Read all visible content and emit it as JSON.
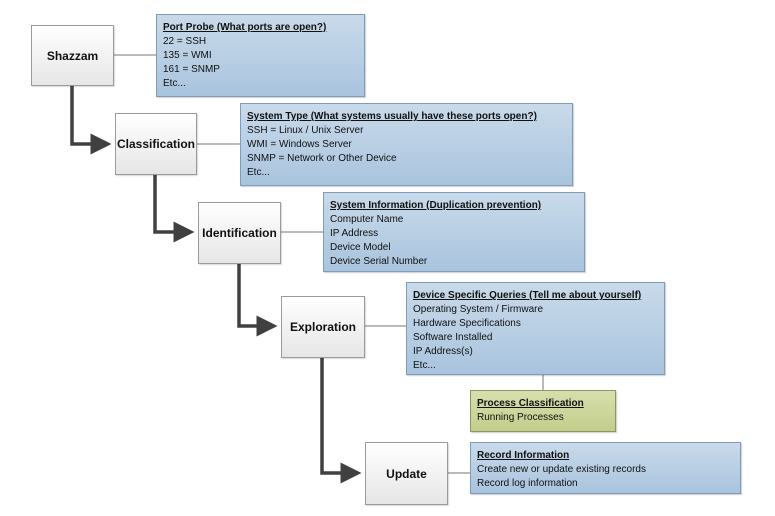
{
  "steps": [
    {
      "label": "Shazzam"
    },
    {
      "label": "Classification"
    },
    {
      "label": "Identification"
    },
    {
      "label": "Exploration"
    },
    {
      "label": "Update"
    }
  ],
  "notes": {
    "port_probe": {
      "title": "Port Probe (What ports are open?)",
      "lines": [
        "22 = SSH",
        "135 = WMI",
        "161 = SNMP",
        "Etc..."
      ]
    },
    "system_type": {
      "title": "System Type (What systems usually have these ports open?)",
      "lines": [
        "SSH = Linux / Unix Server",
        "WMI = Windows Server",
        "SNMP = Network or Other Device",
        "Etc..."
      ]
    },
    "system_info": {
      "title": "System Information (Duplication prevention)",
      "lines": [
        "Computer Name",
        "IP Address",
        "Device Model",
        "Device Serial Number"
      ]
    },
    "device_queries": {
      "title": "Device Specific Queries (Tell me about yourself)",
      "lines": [
        "Operating System / Firmware",
        "Hardware Specifications",
        "Software Installed",
        "IP Address(s)",
        "Etc..."
      ]
    },
    "process_classification": {
      "title": "Process Classification",
      "lines": [
        "Running Processes"
      ]
    },
    "record_info": {
      "title": "Record Information",
      "lines": [
        "Create new or update existing records",
        "Record log information"
      ]
    }
  },
  "colors": {
    "note_blue": "#b7cfe6",
    "note_green": "#cdd69c",
    "arrow": "#404040"
  }
}
